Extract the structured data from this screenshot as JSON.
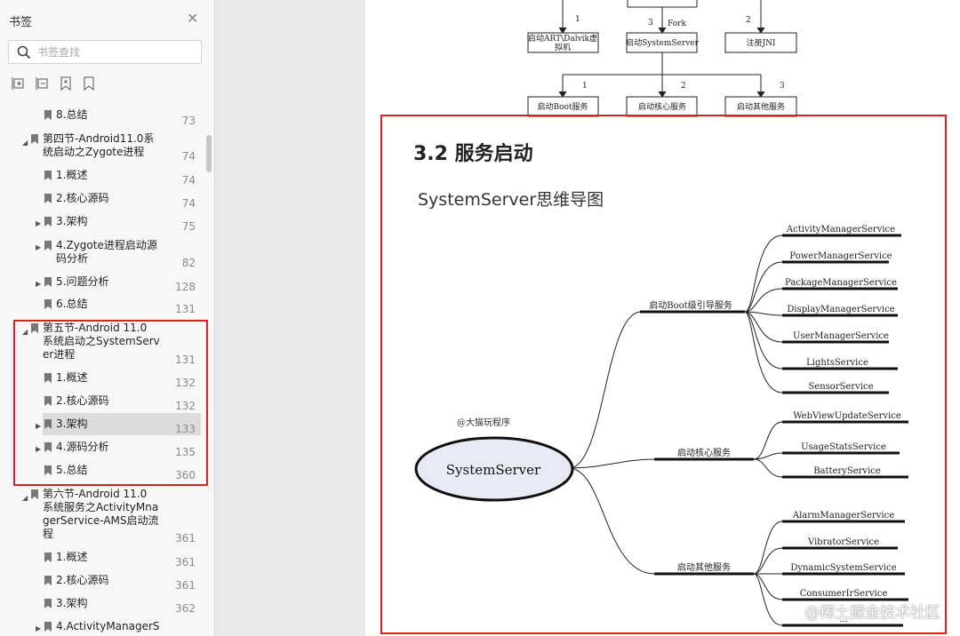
{
  "sidebar": {
    "title": "书签",
    "search_placeholder": "书签查找",
    "items": [
      {
        "label1": "8.总结",
        "page": "73"
      },
      {
        "label1": "第四节-Android11.0系",
        "label2": "统启动之Zygote进程",
        "page": "74"
      },
      {
        "label1": "1.概述",
        "page": "74"
      },
      {
        "label1": "2.核心源码",
        "page": "74"
      },
      {
        "label1": "3.架构",
        "page": "75"
      },
      {
        "label1": "4.Zygote进程启动源",
        "label2": "码分析",
        "page": "82"
      },
      {
        "label1": "5.问题分析",
        "page": "128"
      },
      {
        "label1": "6.总结",
        "page": "131"
      },
      {
        "label1": "第五节-Android 11.0",
        "label2": "系统启动之SystemServ",
        "label3": "er进程",
        "page": "131"
      },
      {
        "label1": "1.概述",
        "page": "132"
      },
      {
        "label1": "2.核心源码",
        "page": "132"
      },
      {
        "label1": "3.架构",
        "page": "133"
      },
      {
        "label1": "4.源码分析",
        "page": "135"
      },
      {
        "label1": "5.总结",
        "page": "360"
      },
      {
        "label1": "第六节-Android 11.0",
        "label2": "系统服务之ActivityMna",
        "label3": "gerService-AMS启动流",
        "label4": "程",
        "page": "361"
      },
      {
        "label1": "1.概述",
        "page": "361"
      },
      {
        "label1": "2.核心源码",
        "page": "361"
      },
      {
        "label1": "3.架构",
        "page": "362"
      },
      {
        "label1": "4.ActivityManagerS",
        "page": ""
      }
    ]
  },
  "document": {
    "top_diagram": {
      "n1": "1",
      "n3": "3",
      "fork": "Fork",
      "n2": "2",
      "box_art": [
        "启动ART\\Dalvik虚",
        "拟机"
      ],
      "box_ss": "启动SystemServer",
      "box_jni": "注册JNI",
      "b1": "1",
      "b2": "2",
      "b3": "3",
      "box_boot": "启动Boot服务",
      "box_core": "启动核心服务",
      "box_other": "启动其他服务"
    },
    "section_title": "3.2 服务启动",
    "subtitle": "SystemServer思维导图",
    "mindmap": {
      "root": "SystemServer",
      "author": "@大猫玩程序",
      "branches": [
        {
          "label": "启动Boot级引导服务",
          "leaves": [
            "ActivityManagerService",
            "PowerManagerService",
            "PackageManagerService",
            "DisplayManagerService",
            "UserManagerService",
            "LightsService",
            "SensorService"
          ]
        },
        {
          "label": "启动核心服务",
          "leaves": [
            "WebViewUpdateService",
            "UsageStatsService",
            "BatteryService"
          ]
        },
        {
          "label": "启动其他服务",
          "leaves": [
            "AlarmManagerService",
            "VibratorService",
            "DynamicSystemService",
            "ConsumerIrService",
            "..."
          ]
        }
      ]
    },
    "watermark": "@稀土掘金技术社区"
  }
}
